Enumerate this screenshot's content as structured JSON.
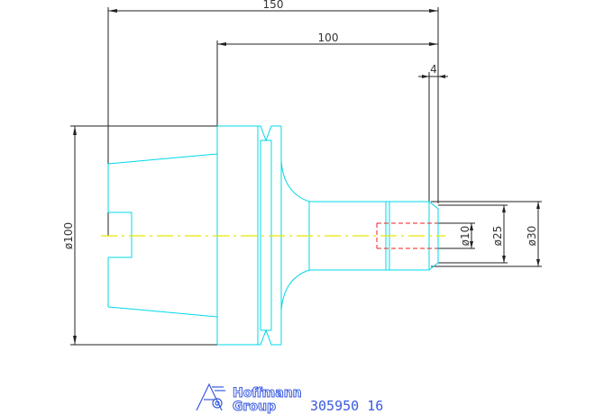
{
  "drawing": {
    "dimensions": {
      "overall_length": "150",
      "shank_length": "100",
      "end_step": "4",
      "flange_diameter": "ø100",
      "bore_diameter": "ø10",
      "neck_diameter": "ø25",
      "end_diameter": "ø30"
    },
    "logo": {
      "line1": "Hoffmann",
      "line2": "Group"
    },
    "part_number": "305950 16"
  },
  "colors": {
    "outline": "#00d8e8",
    "dimension": "#222222",
    "centerline": "#e8e800",
    "hidden": "#ee2222",
    "brand": "#3a5ae0"
  }
}
